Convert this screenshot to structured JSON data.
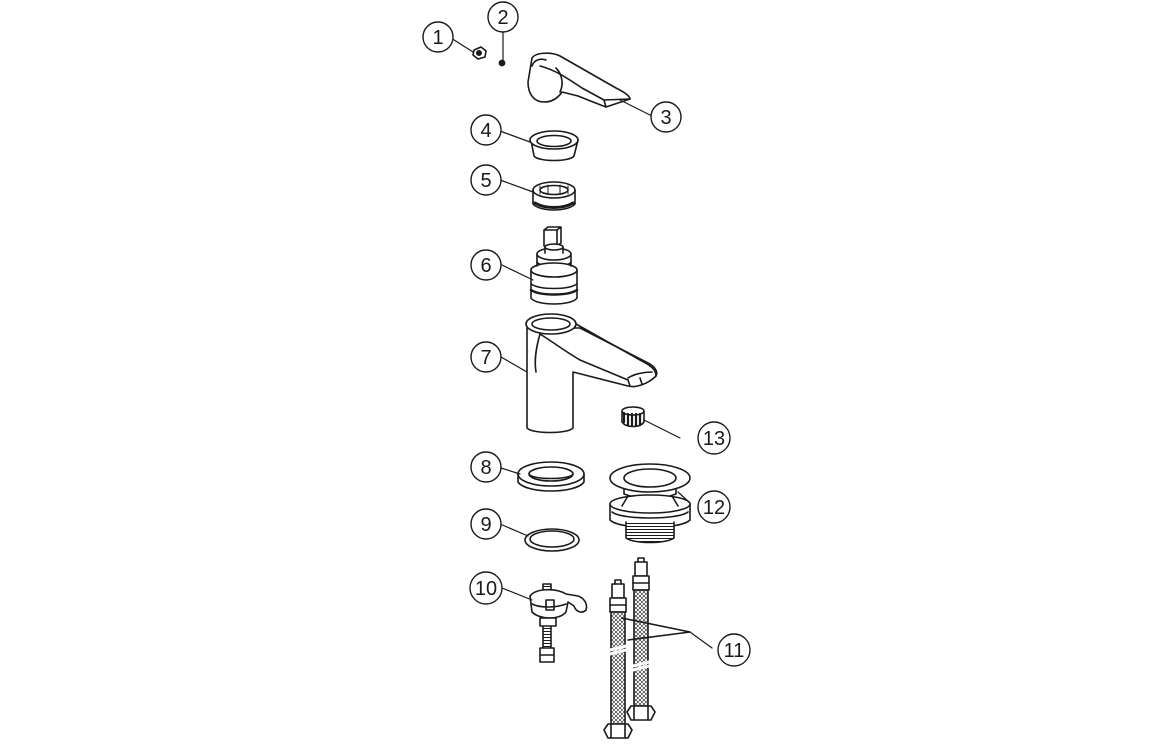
{
  "diagram": {
    "type": "exploded-parts-view",
    "subject": "basin mixer tap",
    "callouts": [
      {
        "id": "callout-1",
        "number": "1",
        "part": "grub-screw-cap"
      },
      {
        "id": "callout-2",
        "number": "2",
        "part": "grub-screw"
      },
      {
        "id": "callout-3",
        "number": "3",
        "part": "lever-handle"
      },
      {
        "id": "callout-4",
        "number": "4",
        "part": "shroud-cover"
      },
      {
        "id": "callout-5",
        "number": "5",
        "part": "cartridge-retaining-nut"
      },
      {
        "id": "callout-6",
        "number": "6",
        "part": "ceramic-cartridge"
      },
      {
        "id": "callout-7",
        "number": "7",
        "part": "tap-body"
      },
      {
        "id": "callout-8",
        "number": "8",
        "part": "base-plate"
      },
      {
        "id": "callout-9",
        "number": "9",
        "part": "base-washer"
      },
      {
        "id": "callout-10",
        "number": "10",
        "part": "fixing-kit"
      },
      {
        "id": "callout-11",
        "number": "11",
        "part": "flexible-hoses"
      },
      {
        "id": "callout-12",
        "number": "12",
        "part": "click-clack-waste"
      },
      {
        "id": "callout-13",
        "number": "13",
        "part": "aerator"
      }
    ]
  }
}
